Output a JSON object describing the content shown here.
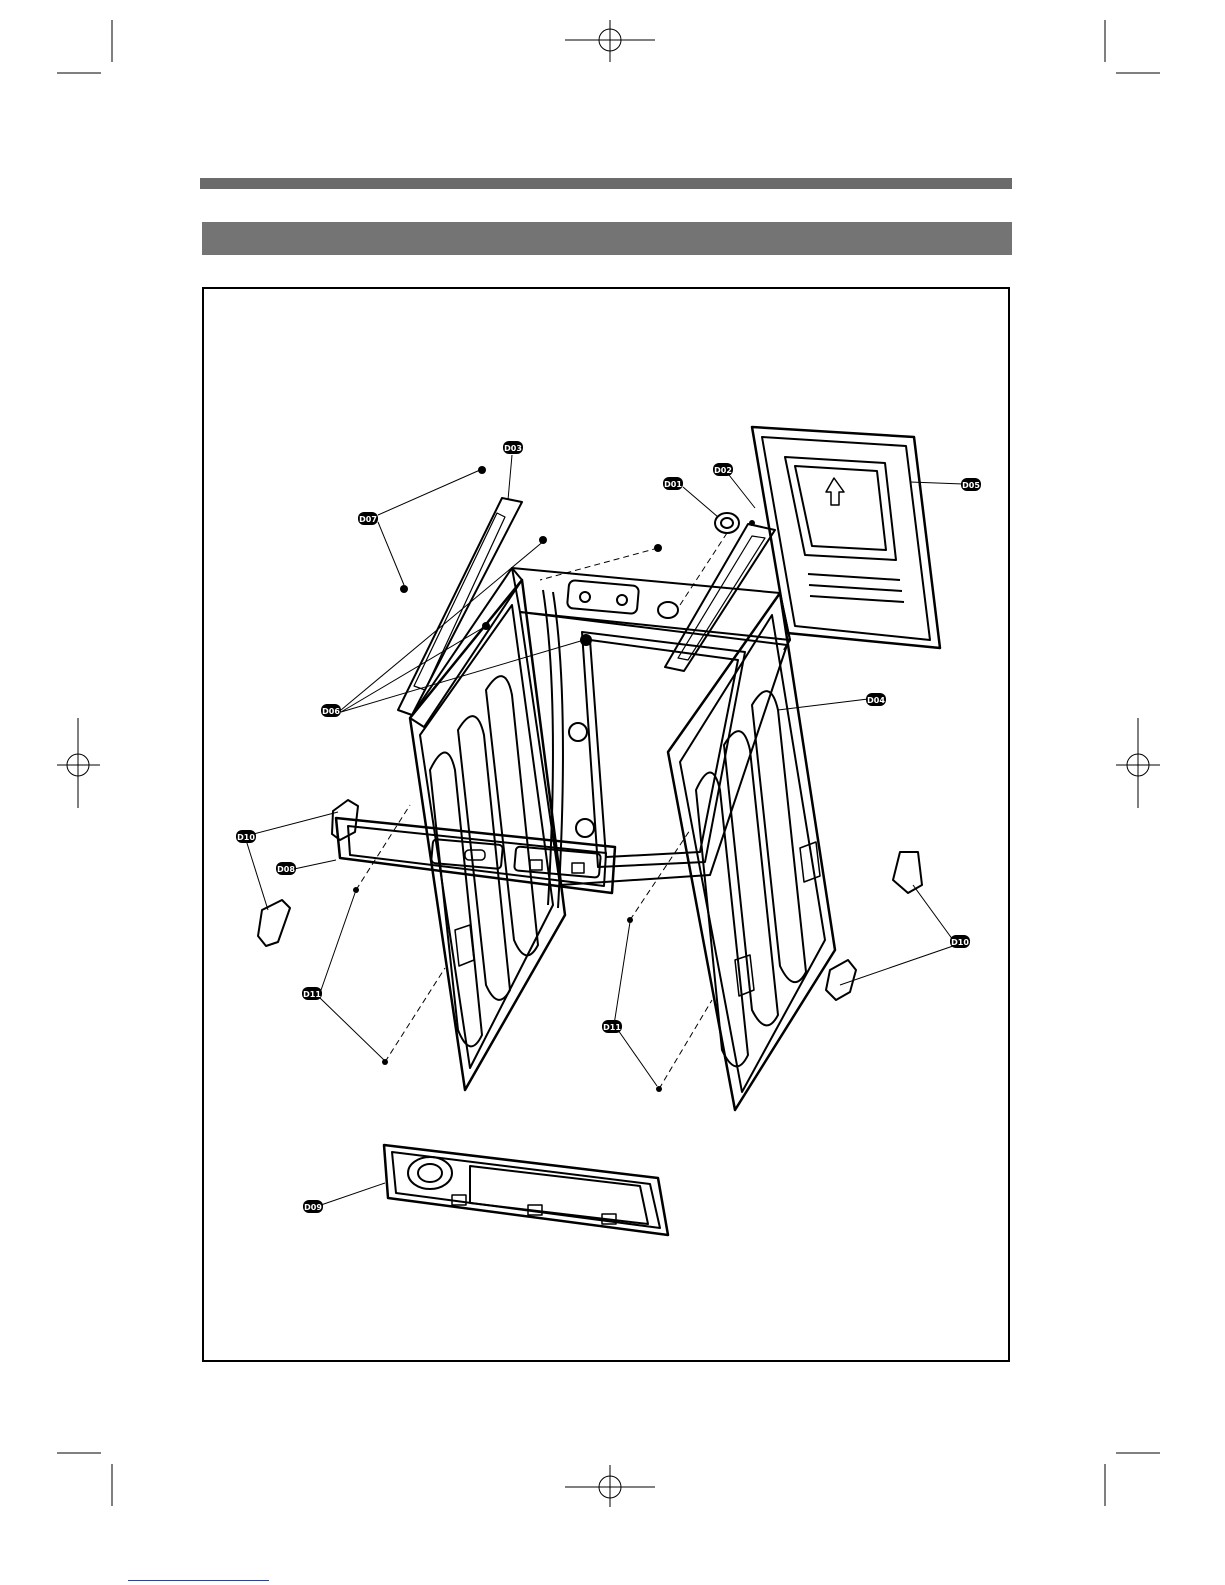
{
  "header": {
    "title": "",
    "section_title": ""
  },
  "diagram": {
    "callouts": [
      {
        "id": "c001",
        "label": "D01"
      },
      {
        "id": "c002",
        "label": "D02"
      },
      {
        "id": "c003",
        "label": "D03"
      },
      {
        "id": "c004",
        "label": "D04"
      },
      {
        "id": "c005",
        "label": "D05"
      },
      {
        "id": "c006",
        "label": "D06"
      },
      {
        "id": "c007",
        "label": "D07"
      },
      {
        "id": "c008",
        "label": "D08"
      },
      {
        "id": "c009",
        "label": "D09"
      },
      {
        "id": "c010a",
        "label": "D10"
      },
      {
        "id": "c010b",
        "label": "D10"
      },
      {
        "id": "c011a",
        "label": "D11"
      },
      {
        "id": "c011b",
        "label": "D11"
      }
    ]
  },
  "colors": {
    "rule_dark": "#6b6b6b",
    "rule_band": "#747474",
    "line": "#000000",
    "link": "#1a3fd6"
  }
}
